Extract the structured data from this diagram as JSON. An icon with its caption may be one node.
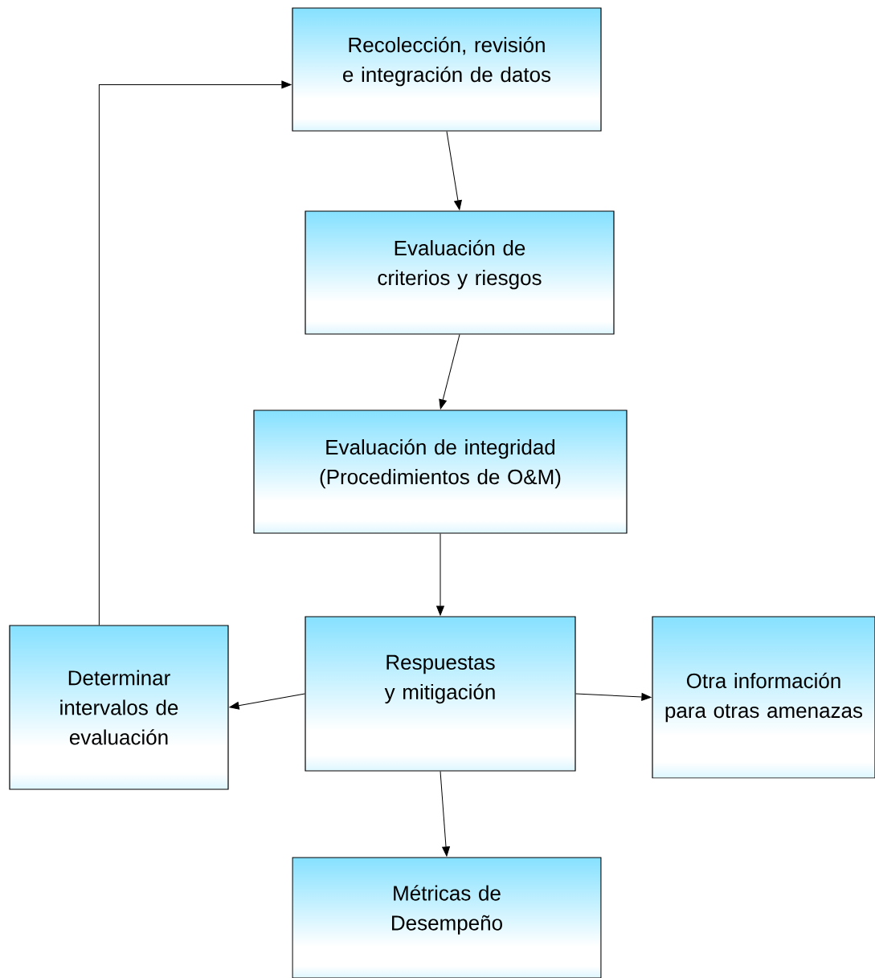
{
  "diagram": {
    "nodes": [
      {
        "text": [
          "Recolección, revisión e integración de datos"
        ]
      },
      {
        "text": [
          "Evaluación de criterios y riesgos"
        ]
      },
      {
        "text": [
          "Evaluación de integridad (Procedimientos de O&M)"
        ]
      },
      {
        "text": [
          "Respuestas y mitigación"
        ]
      },
      {
        "text": [
          "Determinar intervalos de evaluación"
        ]
      },
      {
        "text": [
          "Otra información para otras amenazas"
        ]
      },
      {
        "text": [
          "Métricas de Desempeño"
        ]
      }
    ],
    "edges": [
      {
        "from": 0,
        "to": 1,
        "arrow": "to"
      },
      {
        "from": 1,
        "to": 2,
        "arrow": "to"
      },
      {
        "from": 2,
        "to": 3,
        "arrow": "to"
      },
      {
        "from": 3,
        "to": 4,
        "arrow": "to"
      },
      {
        "from": 3,
        "to": 5,
        "arrow": "to"
      },
      {
        "from": 3,
        "to": 6,
        "arrow": "to"
      },
      {
        "from": 4,
        "to": 0,
        "arrow": "to"
      }
    ]
  }
}
